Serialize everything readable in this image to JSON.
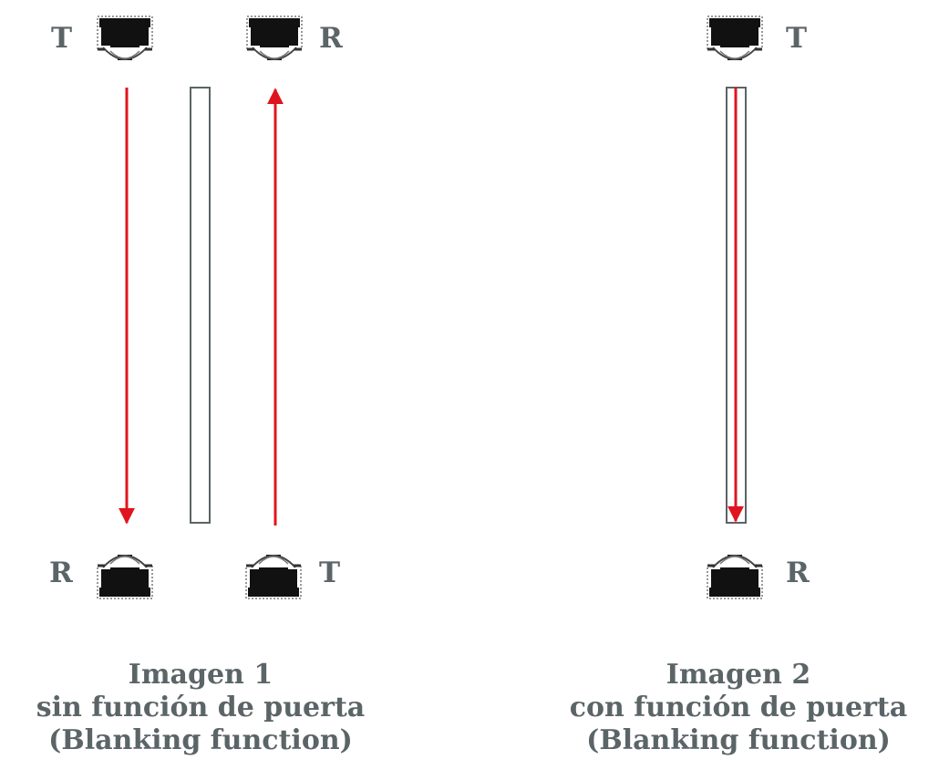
{
  "labels": {
    "transmitter": "T",
    "receiver": "R"
  },
  "diagram1": {
    "caption": [
      "Imagen 1",
      "sin función de puerta",
      "(Blanking function)"
    ]
  },
  "diagram2": {
    "caption": [
      "Imagen 2",
      "con función de puerta",
      "(Blanking function)"
    ]
  },
  "colors": {
    "beam": "#e0141e",
    "label": "#5b6466",
    "sensor_body": "#111111",
    "panel_outline": "#5b6466"
  },
  "icons": [
    "sensor-transmitter-icon",
    "sensor-receiver-icon",
    "beam-arrow-icon",
    "glass-panel-icon"
  ]
}
